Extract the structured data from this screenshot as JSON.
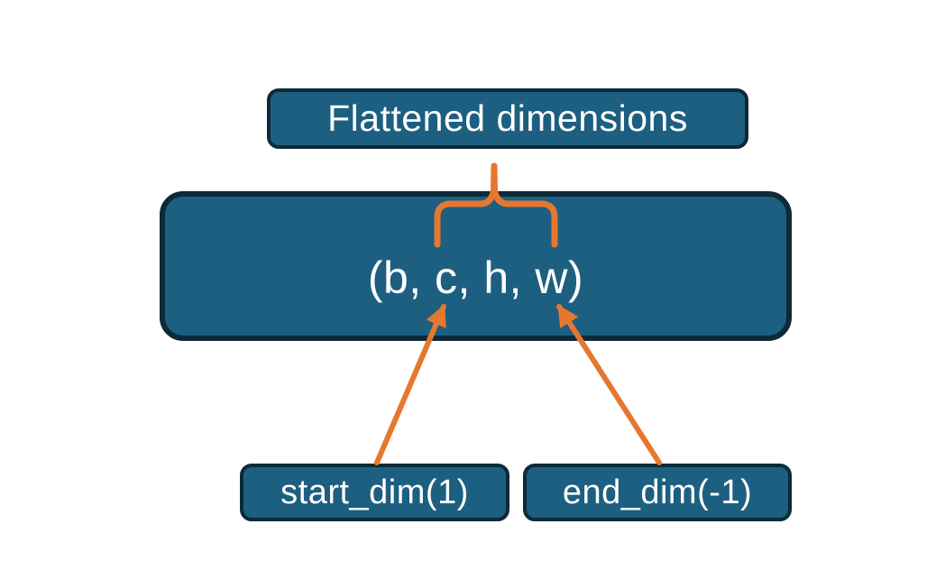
{
  "colors": {
    "box_fill": "#1d5f80",
    "box_border": "#0e2a38",
    "accent": "#e5782e",
    "text": "#ffffff",
    "bg": "#ffffff"
  },
  "diagram": {
    "flattened_box": {
      "label": "Flattened dimensions"
    },
    "tensor_box": {
      "label": "(b, c, h, w)"
    },
    "start_dim_box": {
      "label": "start_dim(1)"
    },
    "end_dim_box": {
      "label": "end_dim(-1)"
    }
  }
}
